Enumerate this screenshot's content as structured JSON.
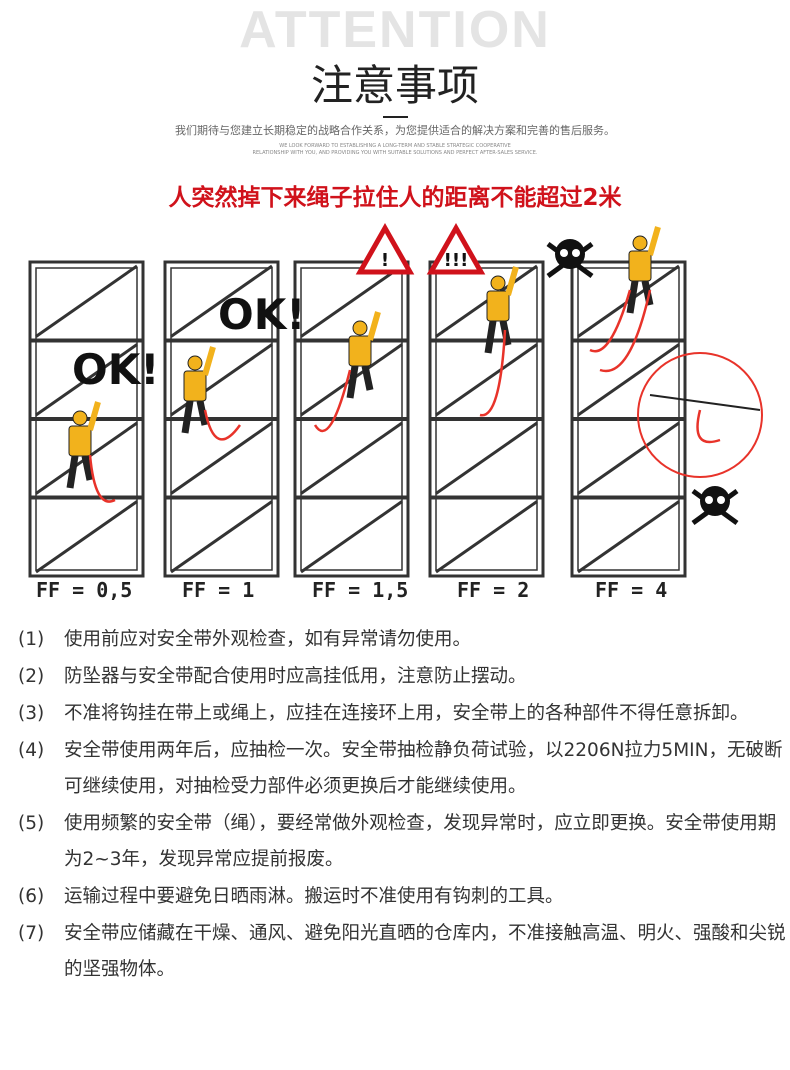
{
  "header": {
    "bg_word": "ATTENTION",
    "title": "注意事项",
    "subtitle_cn": "我们期待与您建立长期稳定的战略合作关系，为您提供适合的解决方案和完善的售后服务。",
    "subtitle_en_1": "WE LOOK FORWARD TO ESTABLISHING A LONG-TERM AND STABLE STRATEGIC COOPERATIVE",
    "subtitle_en_2": "RELATIONSHIP WITH YOU, AND PROVIDING YOU WITH SUITABLE SOLUTIONS AND PERFECT AFTER-SALES SERVICE."
  },
  "headline": "人突然掉下来绳子拉住人的距离不能超过2米",
  "illustration": {
    "ok_labels": [
      "OK!",
      "OK!"
    ],
    "warning_labels": [
      "!",
      "!!!"
    ],
    "fall_factors": [
      "FF = 0,5",
      "FF = 1",
      "FF = 1,5",
      "FF = 2",
      "FF = 4"
    ],
    "colors": {
      "worker": "#f2b21c",
      "rope": "#e8332a",
      "warning": "#d0121b",
      "frame": "#333333"
    }
  },
  "notes": [
    {
      "num": "(1)",
      "text": "使用前应对安全带外观检查，如有异常请勿使用。"
    },
    {
      "num": "(2)",
      "text": "防坠器与安全带配合使用时应高挂低用，注意防止摆动。"
    },
    {
      "num": "(3)",
      "text": "不准将钩挂在带上或绳上，应挂在连接环上用，安全带上的各种部件不得任意拆卸。"
    },
    {
      "num": "(4)",
      "text": "安全带使用两年后，应抽检一次。安全带抽检静负荷试验，以2206N拉力5MIN，无破断可继续使用，对抽检受力部件必须更换后才能继续使用。"
    },
    {
      "num": "(5)",
      "text": "使用频繁的安全带（绳），要经常做外观检查，发现异常时，应立即更换。安全带使用期为2~3年，发现异常应提前报废。"
    },
    {
      "num": "(6)",
      "text": "运输过程中要避免日晒雨淋。搬运时不准使用有钩刺的工具。"
    },
    {
      "num": "(7)",
      "text": "安全带应储藏在干燥、通风、避免阳光直晒的仓库内，不准接触高温、明火、强酸和尖锐的坚强物体。"
    }
  ]
}
